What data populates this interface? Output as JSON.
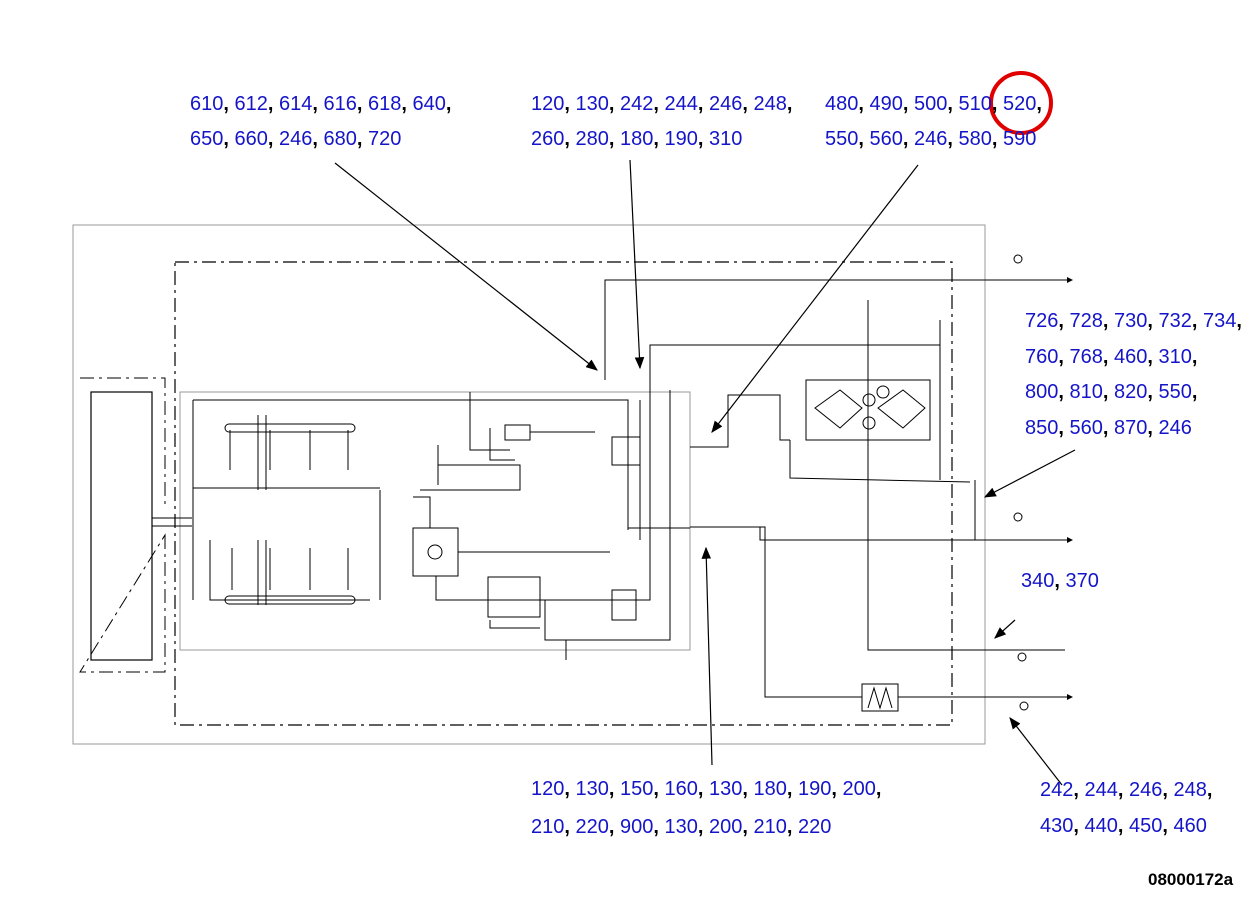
{
  "callouts": [
    {
      "id": "top-left",
      "lines": [
        [
          "610",
          "612",
          "614",
          "616",
          "618",
          "640",
          ""
        ],
        [
          "650",
          "660",
          "246",
          "680",
          "720"
        ]
      ]
    },
    {
      "id": "top-middle",
      "lines": [
        [
          "120",
          "130",
          "242",
          "244",
          "246",
          "248",
          ""
        ],
        [
          "260",
          "280",
          "180",
          "190",
          "310"
        ]
      ]
    },
    {
      "id": "top-right",
      "lines": [
        [
          "480",
          "490",
          "500",
          "510",
          "520",
          ""
        ],
        [
          "550",
          "560",
          "246",
          "580",
          "590"
        ]
      ]
    },
    {
      "id": "right-upper",
      "lines": [
        [
          "726",
          "728",
          "730",
          "732",
          "734",
          ""
        ],
        [
          "760",
          "768",
          "460",
          "310",
          ""
        ],
        [
          "800",
          "810",
          "820",
          "550",
          ""
        ],
        [
          "850",
          "560",
          "870",
          "246"
        ]
      ]
    },
    {
      "id": "right-middle",
      "lines": [
        [
          "340",
          "370"
        ]
      ]
    },
    {
      "id": "bottom-middle",
      "lines": [
        [
          "120",
          "130",
          "150",
          "160",
          "130",
          "180",
          "190",
          "200",
          ""
        ],
        [
          "210",
          "220",
          "900",
          "130",
          "200",
          "210",
          "220"
        ]
      ]
    },
    {
      "id": "bottom-right",
      "lines": [
        [
          "242",
          "244",
          "246",
          "248",
          ""
        ],
        [
          "430",
          "440",
          "450",
          "460"
        ]
      ]
    }
  ],
  "highlighted_item": "520",
  "figure_id": "08000172a",
  "colors": {
    "label": "#1414c8",
    "highlight": "#e00000",
    "line": "#000000",
    "frame": "#999999"
  }
}
